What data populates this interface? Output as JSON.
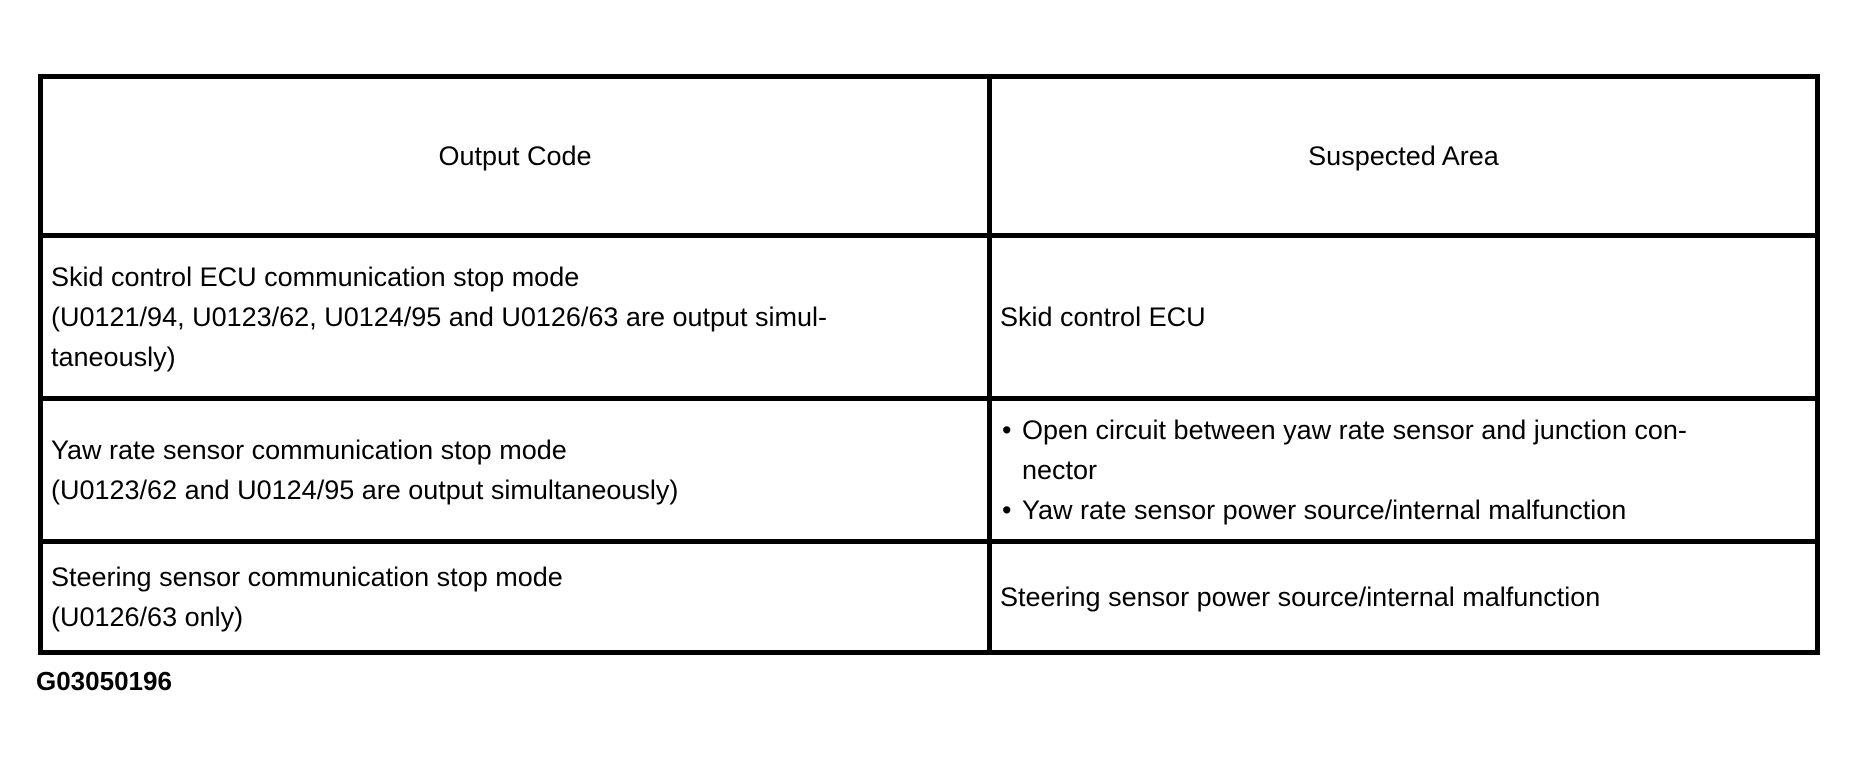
{
  "colors": {
    "background": "#ffffff",
    "text": "#000000",
    "border": "#000000"
  },
  "table": {
    "headers": [
      "Output Code",
      "Suspected Area"
    ],
    "rows": [
      {
        "code": "Skid control ECU communication stop mode\n(U0121/94, U0123/62, U0124/95 and U0126/63 are output simul-\ntaneously)",
        "area": "Skid control ECU"
      },
      {
        "code": "Yaw rate sensor communication stop mode\n(U0123/62 and U0124/95 are output simultaneously)",
        "area_bullets": [
          "Open circuit between yaw rate sensor and junction con-\nnector",
          "Yaw rate sensor power source/internal malfunction"
        ]
      },
      {
        "code": "Steering sensor communication stop mode\n(U0126/63 only)",
        "area": "Steering sensor power source/internal malfunction"
      }
    ]
  },
  "figure_id": "G03050196"
}
